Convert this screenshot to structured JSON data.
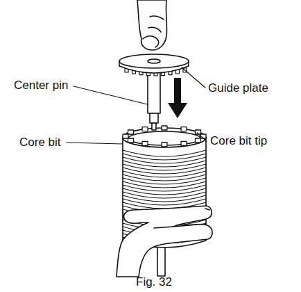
{
  "diagram": {
    "caption": "Fig. 32",
    "labels": [
      "Center pin",
      "Guide plate",
      "Core bit",
      "Core bit tip"
    ]
  }
}
